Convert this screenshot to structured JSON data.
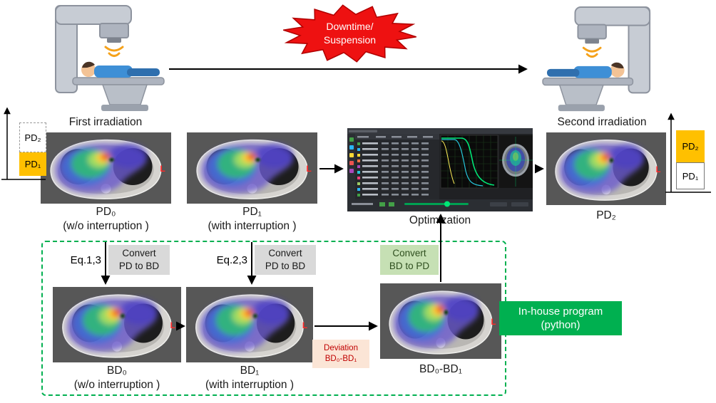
{
  "diagram": {
    "first_irradiation": "First irradiation",
    "second_irradiation": "Second irradiation",
    "downtime": "Downtime/\nSuspension",
    "eq13": "Eq.1,3",
    "eq23": "Eq.2,3",
    "convert_pd_bd_1": "Convert\nPD to BD",
    "convert_pd_bd_2": "Convert\nPD to BD",
    "convert_bd_pd": "Convert\nBD to PD",
    "deviation": "Deviation\nBD₀-BD₁",
    "inhouse": "In-house program\n(python)",
    "ct_marker": "L"
  },
  "scales": {
    "left_top": "PD₂",
    "left_bottom": "PD₁",
    "right_top": "PD₂",
    "right_bottom": "PD₁"
  },
  "images": {
    "pd0_title": "PD₀",
    "pd0_sub": "(w/o interruption )",
    "pd1_title": "PD₁",
    "pd1_sub": "(with interruption )",
    "optimization_title": "Optimization",
    "pd2_title": "PD₂",
    "bd0_title": "BD₀",
    "bd0_sub": "(w/o interruption )",
    "bd1_title": "BD₁",
    "bd1_sub": "(with interruption )",
    "bd01_title": "BD₀-BD₁"
  },
  "colors": {
    "orange": "#FFC000",
    "gray_box": "#D9D9D9",
    "light_green_box": "#C6E0B4",
    "peach_box": "#FBE5D6",
    "green": "#00B050",
    "starburst_red": "#EE1111"
  }
}
